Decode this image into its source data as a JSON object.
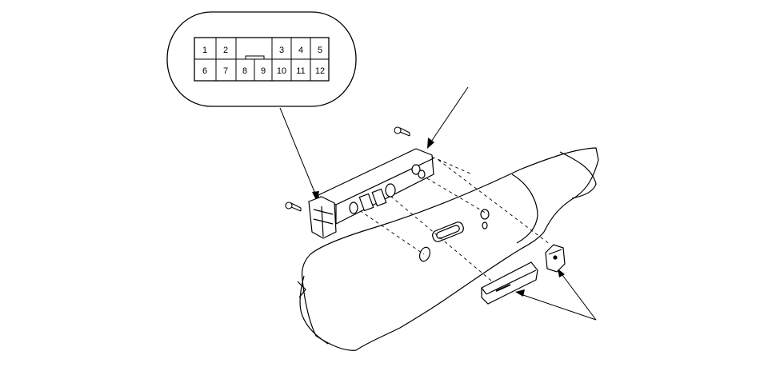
{
  "connector": {
    "pins_row1": [
      "1",
      "2",
      "3",
      "4",
      "5"
    ],
    "pins_row2": [
      "6",
      "7",
      "8",
      "9",
      "10",
      "11",
      "12"
    ]
  },
  "parts": [
    {
      "id": "connector-callout",
      "icon": "connector-pinout-icon"
    },
    {
      "id": "power-seat-switch",
      "icon": "switch-assembly-icon"
    },
    {
      "id": "mounting-screws",
      "icon": "screw-icon"
    },
    {
      "id": "seat-side-trim-cover",
      "icon": "trim-panel-icon"
    },
    {
      "id": "switch-knobs",
      "icon": "knob-icon"
    }
  ],
  "colors": {
    "line": "#000000",
    "background": "#ffffff"
  }
}
